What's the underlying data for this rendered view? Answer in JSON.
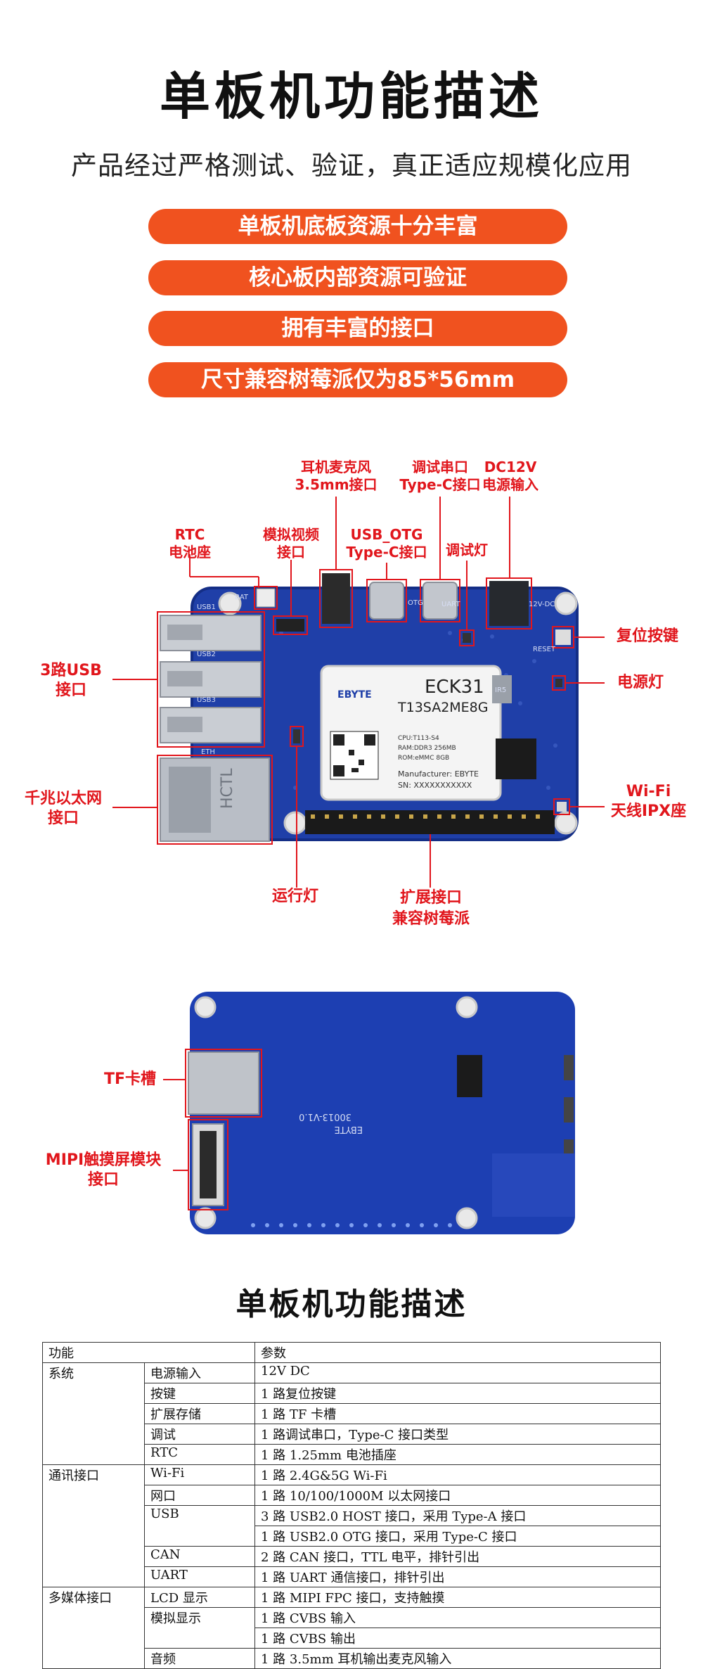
{
  "header": {
    "title": "单板机功能描述",
    "subtitle": "产品经过严格测试、验证，真正适应规模化应用"
  },
  "features": [
    "单板机底板资源十分丰富",
    "核心板内部资源可验证",
    "拥有丰富的接口",
    "尺寸兼容树莓派仅为85*56mm"
  ],
  "colors": {
    "accent": "#f0521f",
    "callout": "#e1161c",
    "pcb": "#1f3fa8"
  },
  "top_board": {
    "module": {
      "brand": "EBYTE",
      "model": "ECK31",
      "part": "T13SA2ME8G",
      "cpu": "CPU:T113-S4",
      "ram": "RAM:DDR3 256MB",
      "rom": "ROM:eMMC 8GB",
      "manufacturer": "Manufacturer: EBYTE",
      "sn": "SN: XXXXXXXXXXX"
    },
    "eth_jack_text": "HCTL",
    "silk": {
      "usb1": "USB1",
      "usb2": "USB2",
      "usb3": "USB3",
      "eth": "ETH",
      "bat": "BAT",
      "uart": "UART",
      "otg": "OTG",
      "reset": "RESET",
      "dc": "12V-DC",
      "ir5": "IR5"
    },
    "callouts": {
      "rtc": [
        "RTC",
        "电池座"
      ],
      "cvbs": [
        "模拟视频",
        "接口"
      ],
      "audio": [
        "耳机麦克风",
        "3.5mm接口"
      ],
      "otg": [
        "USB_OTG",
        "Type-C接口"
      ],
      "uart": [
        "调试串口",
        "Type-C接口"
      ],
      "uart_led": [
        "调试灯"
      ],
      "dc": [
        "DC12V",
        "电源输入"
      ],
      "reset": [
        "复位按键"
      ],
      "power_led": [
        "电源灯"
      ],
      "wifi": [
        "Wi-Fi",
        "天线IPX座"
      ],
      "usb": [
        "3路USB",
        "接口"
      ],
      "eth": [
        "千兆以太网",
        "接口"
      ],
      "run_led": [
        "运行灯"
      ],
      "gpio": [
        "扩展接口",
        "兼容树莓派"
      ]
    }
  },
  "bottom_board": {
    "silk": {
      "brand": "EBYTE",
      "version": "30013-V1.0"
    },
    "callouts": {
      "tf": [
        "TF卡槽"
      ],
      "mipi": [
        "MIPI触摸屏模块",
        "接口"
      ]
    }
  },
  "spec_table": {
    "title": "单板机功能描述",
    "headers": [
      "功能",
      "参数"
    ],
    "rows": [
      {
        "group": "系统",
        "item": "电源输入",
        "value": "12V DC"
      },
      {
        "group": "",
        "item": "按键",
        "value": "1 路复位按键"
      },
      {
        "group": "",
        "item": "扩展存储",
        "value": "1 路 TF 卡槽"
      },
      {
        "group": "",
        "item": "调试",
        "value": "1 路调试串口，Type-C 接口类型"
      },
      {
        "group": "",
        "item": "RTC",
        "value": "1 路 1.25mm 电池插座"
      },
      {
        "group": "通讯接口",
        "item": "Wi-Fi",
        "value": "1 路 2.4G&5G Wi-Fi"
      },
      {
        "group": "",
        "item": "网口",
        "value": "1 路 10/100/1000M 以太网接口"
      },
      {
        "group": "",
        "item": "USB",
        "value": "3 路 USB2.0 HOST 接口，采用 Type-A 接口"
      },
      {
        "group": "",
        "item": "",
        "value": "1 路 USB2.0 OTG 接口，采用 Type-C 接口"
      },
      {
        "group": "",
        "item": "CAN",
        "value": "2 路 CAN 接口，TTL 电平，排针引出"
      },
      {
        "group": "",
        "item": "UART",
        "value": "1 路 UART 通信接口，排针引出"
      },
      {
        "group": "多媒体接口",
        "item": "LCD 显示",
        "value": "1 路 MIPI FPC 接口，支持触摸"
      },
      {
        "group": "",
        "item": "模拟显示",
        "value": "1 路 CVBS 输入"
      },
      {
        "group": "",
        "item": "",
        "value": "1 路 CVBS 输出"
      },
      {
        "group": "",
        "item": "音频",
        "value": "1 路 3.5mm 耳机输出麦克风输入"
      }
    ]
  }
}
